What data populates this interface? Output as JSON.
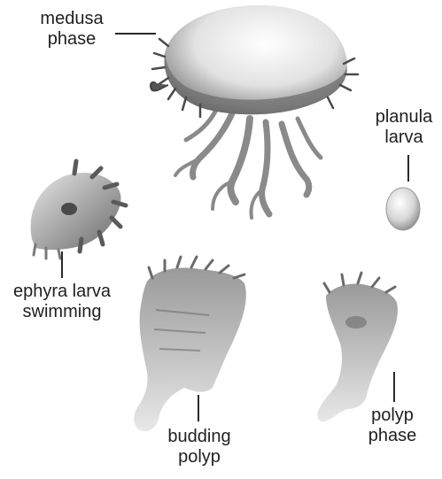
{
  "labels": {
    "medusa": {
      "line1": "medusa",
      "line2": "phase"
    },
    "planula": {
      "line1": "planula",
      "line2": "larva"
    },
    "ephyra": {
      "line1": "ephyra larva",
      "line2": "swimming"
    },
    "budding": {
      "line1": "budding",
      "line2": "polyp"
    },
    "polyp": {
      "line1": "polyp",
      "line2": "phase"
    }
  },
  "colors": {
    "ink": "#1f1f1f",
    "shade_dark": "#5a5a5a",
    "shade_mid": "#8f8f8f",
    "shade_light": "#cfcfcf"
  }
}
